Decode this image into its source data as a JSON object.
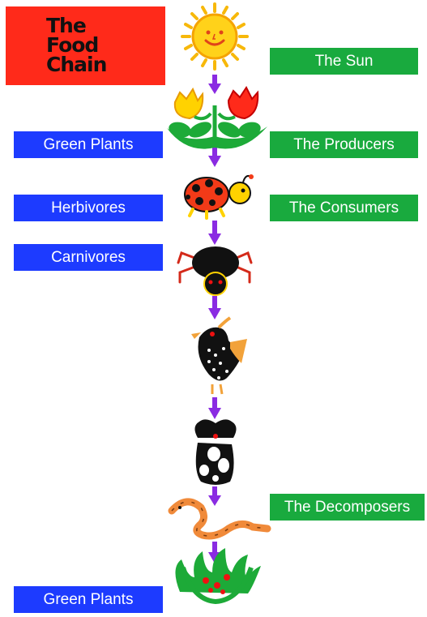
{
  "title": {
    "line1": "The",
    "line2": "Food",
    "line3": "Chain"
  },
  "labels": {
    "sun": "The Sun",
    "producers": "The Producers",
    "consumers": "The Consumers",
    "decomposers": "The Decomposers",
    "green_plants_top": "Green Plants",
    "herbivores": "Herbivores",
    "carnivores": "Carnivores",
    "green_plants_bottom": "Green Plants"
  },
  "colors": {
    "title_bg": "#ff2a1a",
    "left_label_bg": "#1d3bff",
    "right_label_bg": "#19aa3e",
    "arrow": "#8a2be2"
  },
  "chain_icons": [
    "sun-icon",
    "flowers-icon",
    "ladybug-icon",
    "spider-icon",
    "bird-icon",
    "bear-icon",
    "snake-icon",
    "grass-icon"
  ]
}
